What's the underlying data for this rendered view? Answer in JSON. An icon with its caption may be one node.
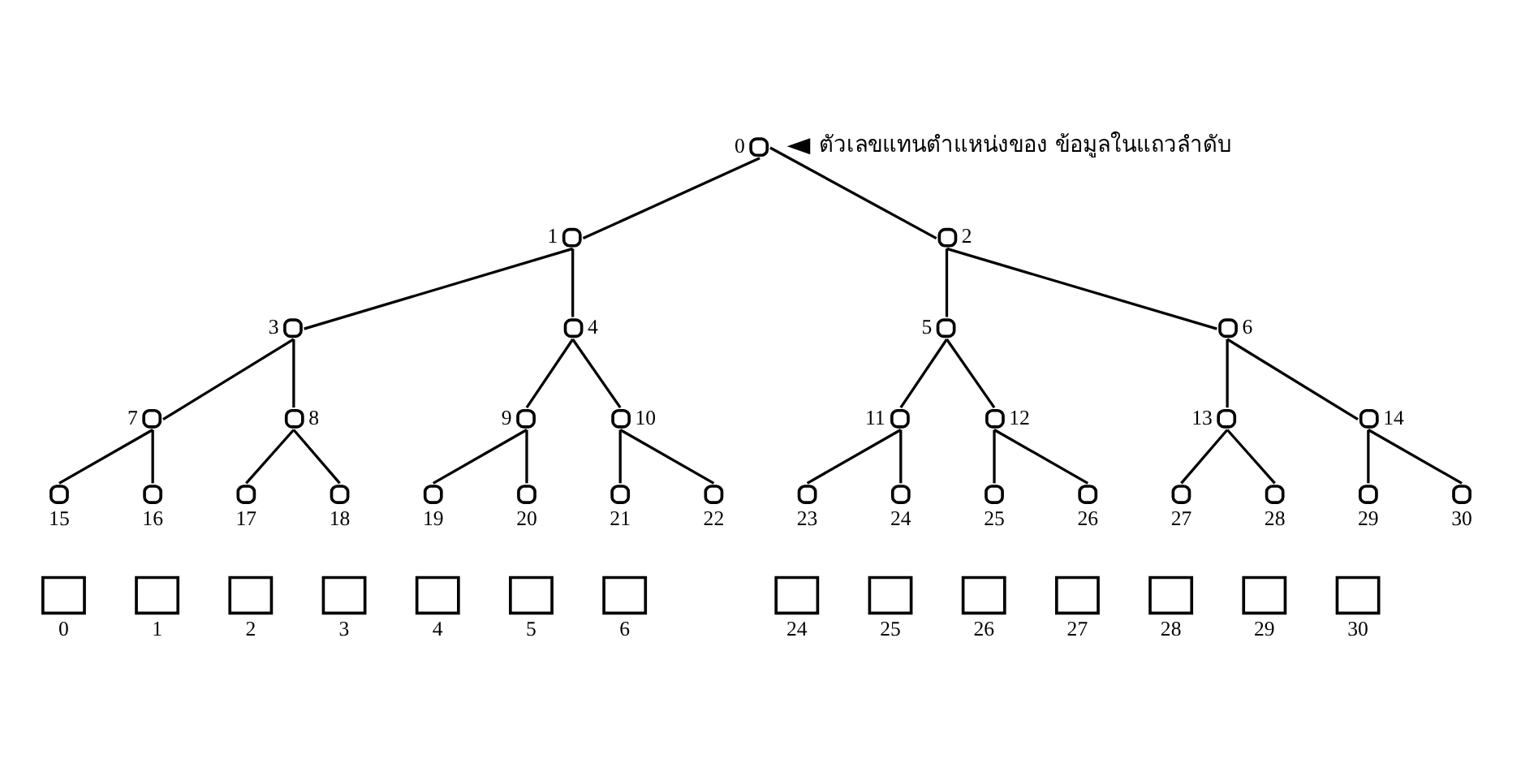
{
  "diagram": {
    "nodes": [
      {
        "text": [],
        "shape": "circle",
        "beside": [
          "0"
        ]
      },
      {
        "text": [],
        "shape": "circle",
        "beside": [
          "1"
        ]
      },
      {
        "text": [],
        "shape": "circle",
        "beside": [
          "2"
        ]
      },
      {
        "text": [],
        "shape": "circle",
        "beside": [
          "3"
        ]
      },
      {
        "text": [],
        "shape": "circle",
        "beside": [
          "4"
        ]
      },
      {
        "text": [],
        "shape": "circle",
        "beside": [
          "5"
        ]
      },
      {
        "text": [],
        "shape": "circle",
        "beside": [
          "6"
        ]
      },
      {
        "text": [],
        "shape": "circle",
        "beside": [
          "7"
        ]
      },
      {
        "text": [],
        "shape": "circle",
        "beside": [
          "8"
        ]
      },
      {
        "text": [],
        "shape": "circle",
        "beside": [
          "9"
        ]
      },
      {
        "text": [],
        "shape": "circle",
        "beside": [
          "10"
        ]
      },
      {
        "text": [],
        "shape": "circle",
        "beside": [
          "11"
        ]
      },
      {
        "text": [],
        "shape": "circle",
        "beside": [
          "12"
        ]
      },
      {
        "text": [],
        "shape": "circle",
        "beside": [
          "13"
        ]
      },
      {
        "text": [],
        "shape": "circle",
        "beside": [
          "14"
        ]
      },
      {
        "text": [],
        "shape": "circle",
        "beside": [
          "15"
        ]
      },
      {
        "text": [],
        "shape": "circle",
        "beside": [
          "16"
        ]
      },
      {
        "text": [],
        "shape": "circle",
        "beside": [
          "17"
        ]
      },
      {
        "text": [],
        "shape": "circle",
        "beside": [
          "18"
        ]
      },
      {
        "text": [],
        "shape": "circle",
        "beside": [
          "19"
        ]
      },
      {
        "text": [],
        "shape": "circle",
        "beside": [
          "20"
        ]
      },
      {
        "text": [],
        "shape": "circle",
        "beside": [
          "21"
        ]
      },
      {
        "text": [],
        "shape": "circle",
        "beside": [
          "22"
        ]
      },
      {
        "text": [],
        "shape": "circle",
        "beside": [
          "23"
        ]
      },
      {
        "text": [],
        "shape": "circle",
        "beside": [
          "24"
        ]
      },
      {
        "text": [],
        "shape": "circle",
        "beside": [
          "25"
        ]
      },
      {
        "text": [],
        "shape": "circle",
        "beside": [
          "26"
        ]
      },
      {
        "text": [],
        "shape": "circle",
        "beside": [
          "27"
        ]
      },
      {
        "text": [],
        "shape": "circle",
        "beside": [
          "28"
        ]
      },
      {
        "text": [],
        "shape": "circle",
        "beside": [
          "29"
        ]
      },
      {
        "text": [],
        "shape": "circle",
        "beside": [
          "30"
        ]
      },
      {
        "text": [
          "ตัวเลขแทนตำแหน่งของ ข้อมูลในแถวลำดับ"
        ]
      },
      {
        "text": [],
        "shape": "box",
        "beside": [
          "0"
        ]
      },
      {
        "text": [],
        "shape": "box",
        "beside": [
          "1"
        ]
      },
      {
        "text": [],
        "shape": "box",
        "beside": [
          "2"
        ]
      },
      {
        "text": [],
        "shape": "box",
        "beside": [
          "3"
        ]
      },
      {
        "text": [],
        "shape": "box",
        "beside": [
          "4"
        ]
      },
      {
        "text": [],
        "shape": "box",
        "beside": [
          "5"
        ]
      },
      {
        "text": [],
        "shape": "box",
        "beside": [
          "6"
        ]
      },
      {
        "text": [],
        "shape": "box",
        "beside": [
          "24"
        ]
      },
      {
        "text": [],
        "shape": "box",
        "beside": [
          "25"
        ]
      },
      {
        "text": [],
        "shape": "box",
        "beside": [
          "26"
        ]
      },
      {
        "text": [],
        "shape": "box",
        "beside": [
          "27"
        ]
      },
      {
        "text": [],
        "shape": "box",
        "beside": [
          "28"
        ]
      },
      {
        "text": [],
        "shape": "box",
        "beside": [
          "29"
        ]
      },
      {
        "text": [],
        "shape": "box",
        "beside": [
          "30"
        ]
      }
    ],
    "edges": [
      {
        "from": 0,
        "to": 1,
        "arrow": "none"
      },
      {
        "from": 0,
        "to": 2,
        "arrow": "none"
      },
      {
        "from": 1,
        "to": 3,
        "arrow": "none"
      },
      {
        "from": 1,
        "to": 4,
        "arrow": "none"
      },
      {
        "from": 2,
        "to": 5,
        "arrow": "none"
      },
      {
        "from": 2,
        "to": 6,
        "arrow": "none"
      },
      {
        "from": 3,
        "to": 7,
        "arrow": "none"
      },
      {
        "from": 3,
        "to": 8,
        "arrow": "none"
      },
      {
        "from": 4,
        "to": 9,
        "arrow": "none"
      },
      {
        "from": 4,
        "to": 10,
        "arrow": "none"
      },
      {
        "from": 5,
        "to": 11,
        "arrow": "none"
      },
      {
        "from": 5,
        "to": 12,
        "arrow": "none"
      },
      {
        "from": 6,
        "to": 13,
        "arrow": "none"
      },
      {
        "from": 6,
        "to": 14,
        "arrow": "none"
      },
      {
        "from": 7,
        "to": 15,
        "arrow": "none"
      },
      {
        "from": 7,
        "to": 16,
        "arrow": "none"
      },
      {
        "from": 8,
        "to": 17,
        "arrow": "none"
      },
      {
        "from": 8,
        "to": 18,
        "arrow": "none"
      },
      {
        "from": 9,
        "to": 19,
        "arrow": "none"
      },
      {
        "from": 9,
        "to": 20,
        "arrow": "none"
      },
      {
        "from": 10,
        "to": 21,
        "arrow": "none"
      },
      {
        "from": 10,
        "to": 22,
        "arrow": "none"
      },
      {
        "from": 11,
        "to": 23,
        "arrow": "none"
      },
      {
        "from": 11,
        "to": 24,
        "arrow": "none"
      },
      {
        "from": 12,
        "to": 25,
        "arrow": "none"
      },
      {
        "from": 12,
        "to": 26,
        "arrow": "none"
      },
      {
        "from": 13,
        "to": 27,
        "arrow": "none"
      },
      {
        "from": 13,
        "to": 28,
        "arrow": "none"
      },
      {
        "from": 14,
        "to": 29,
        "arrow": "none"
      },
      {
        "from": 14,
        "to": 30,
        "arrow": "none"
      },
      {
        "from": 31,
        "to": 0,
        "arrow": "to"
      }
    ]
  }
}
